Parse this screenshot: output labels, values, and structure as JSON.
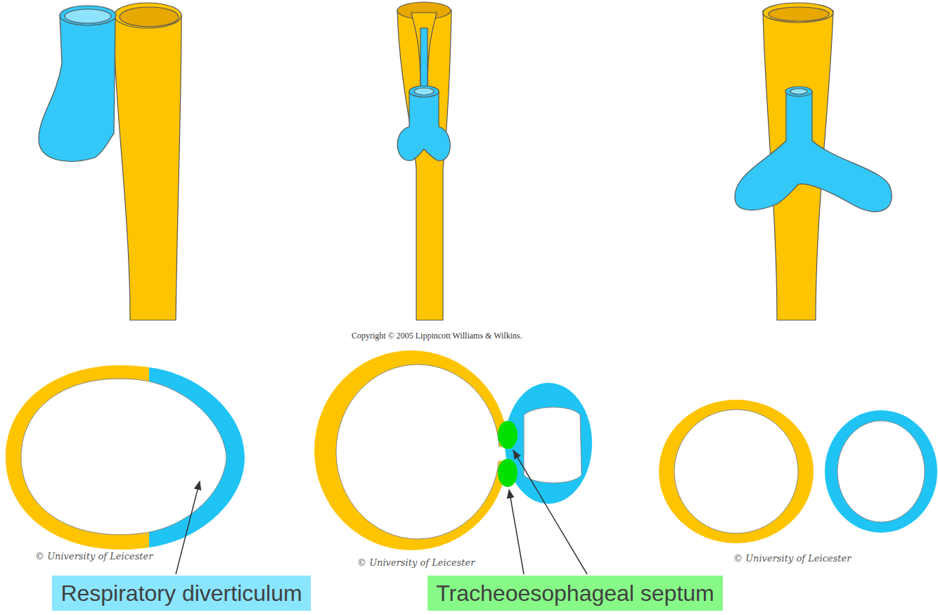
{
  "diagram": {
    "nodes": [
      {
        "text": [
          "Respiratory diverticulum"
        ]
      },
      {
        "text": [
          "Tracheoesophageal septum"
        ]
      }
    ],
    "labels": [
      "Copyright © 2005 Lippincott Williams & Wilkins.",
      "© University of Leicester",
      "© University of Leicester",
      "© University of Leicester"
    ]
  }
}
